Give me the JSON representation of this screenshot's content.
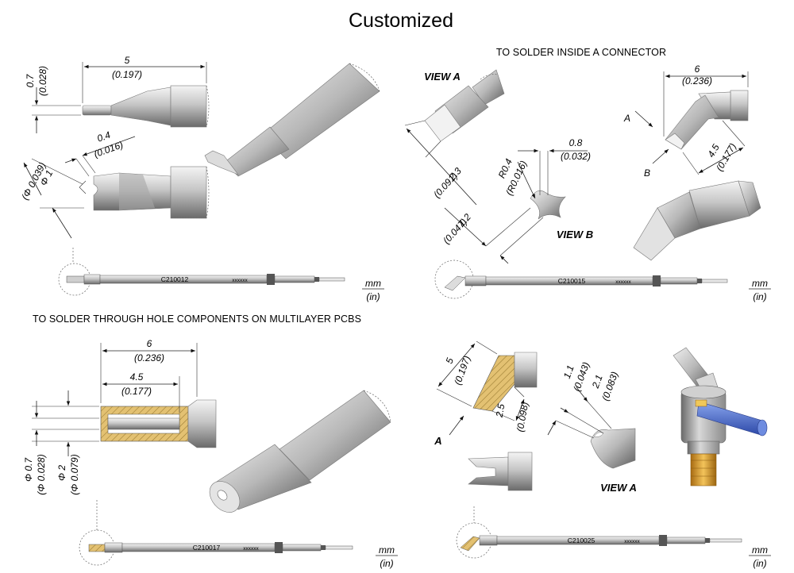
{
  "title": "Customized",
  "panel_tl": {
    "dims": {
      "d1": "0.7",
      "d1_in": "(0.028)",
      "d2": "5",
      "d2_in": "(0.197)",
      "d3": "0.4",
      "d3_in": "(0.016)",
      "d4": "Φ 1",
      "d4_in": "(Φ 0.039)"
    },
    "code": "C210012",
    "code_suffix": "xxxxxx",
    "unit_mm": "mm",
    "unit_in": "(in)"
  },
  "panel_tr": {
    "heading": "TO SOLDER INSIDE A CONNECTOR",
    "view_a": "VIEW A",
    "view_b": "VIEW B",
    "label_a": "A",
    "label_b": "B",
    "dims": {
      "d1": "6",
      "d1_in": "(0.236)",
      "d2": "0.8",
      "d2_in": "(0.032)",
      "d3": "R0.4",
      "d3_in": "(R0.016)",
      "d4": "2.3",
      "d4_in": "(0.091)",
      "d5": "1.2",
      "d5_in": "(0.047)",
      "d6": "4.5",
      "d6_in": "(0.177)"
    },
    "code": "C210015",
    "code_suffix": "xxxxxx",
    "unit_mm": "mm",
    "unit_in": "(in)"
  },
  "panel_bl": {
    "heading": "TO SOLDER THROUGH HOLE COMPONENTS ON MULTILAYER PCBS",
    "dims": {
      "d1": "6",
      "d1_in": "(0.236)",
      "d2": "4.5",
      "d2_in": "(0.177)",
      "d3": "Φ 0.7",
      "d3_in": "(Φ 0.028)",
      "d4": "Φ 2",
      "d4_in": "(Φ 0.079)"
    },
    "code": "C210017",
    "code_suffix": "xxxxxx",
    "unit_mm": "mm",
    "unit_in": "(in)"
  },
  "panel_br": {
    "view_a": "VIEW A",
    "label_a": "A",
    "dims": {
      "d1": "5",
      "d1_in": "(0.197)",
      "d2": "2.5",
      "d2_in": "(0.098)",
      "d3": "1.1",
      "d3_in": "(0.043)",
      "d4": "2.1",
      "d4_in": "(0.083)"
    },
    "code": "C210025",
    "code_suffix": "xxxxxx",
    "unit_mm": "mm",
    "unit_in": "(in)"
  },
  "colors": {
    "steel_light": "#eeeeee",
    "steel_mid": "#b5b5b5",
    "steel_dark": "#6e6e6e",
    "brass": "#e3c172",
    "blue_pin": "#5577cc",
    "gold": "#d9a33a"
  }
}
